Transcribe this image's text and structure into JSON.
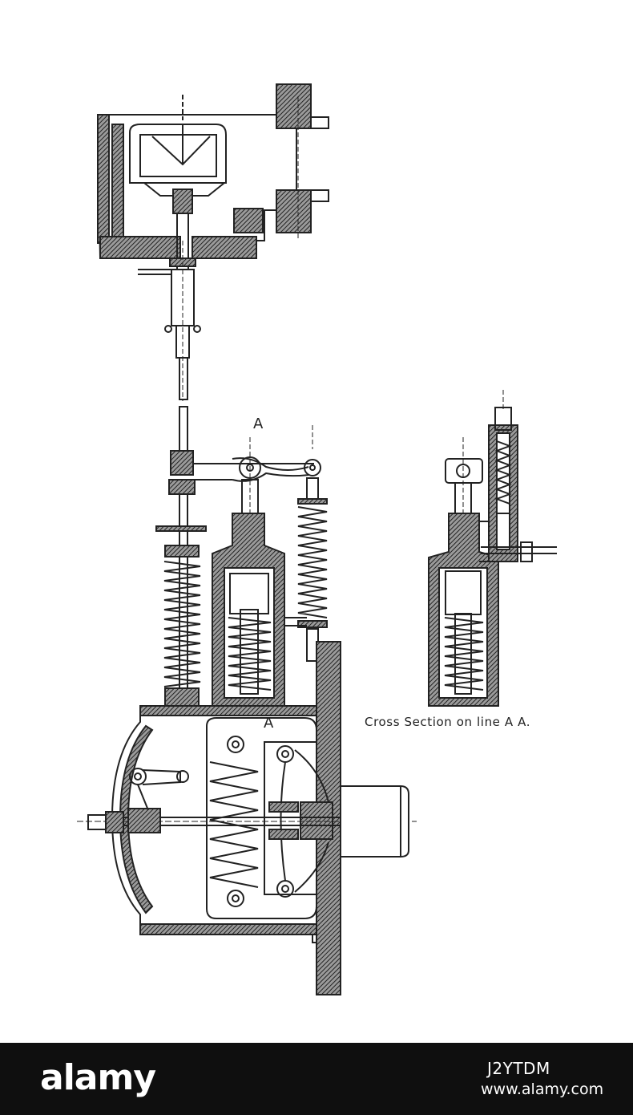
{
  "diagram": {
    "section_mark_top": "A",
    "section_mark_bottom": "A",
    "caption": "Cross Section on line A A."
  },
  "footer": {
    "brand": "alamy",
    "image_id": "J2YTDM",
    "site": "www.alamy.com"
  },
  "colors": {
    "ink": "#2a2a2a",
    "hatch": "#3a3a3a",
    "footer_bg": "#0f0f0f",
    "footer_text": "#ffffff"
  }
}
